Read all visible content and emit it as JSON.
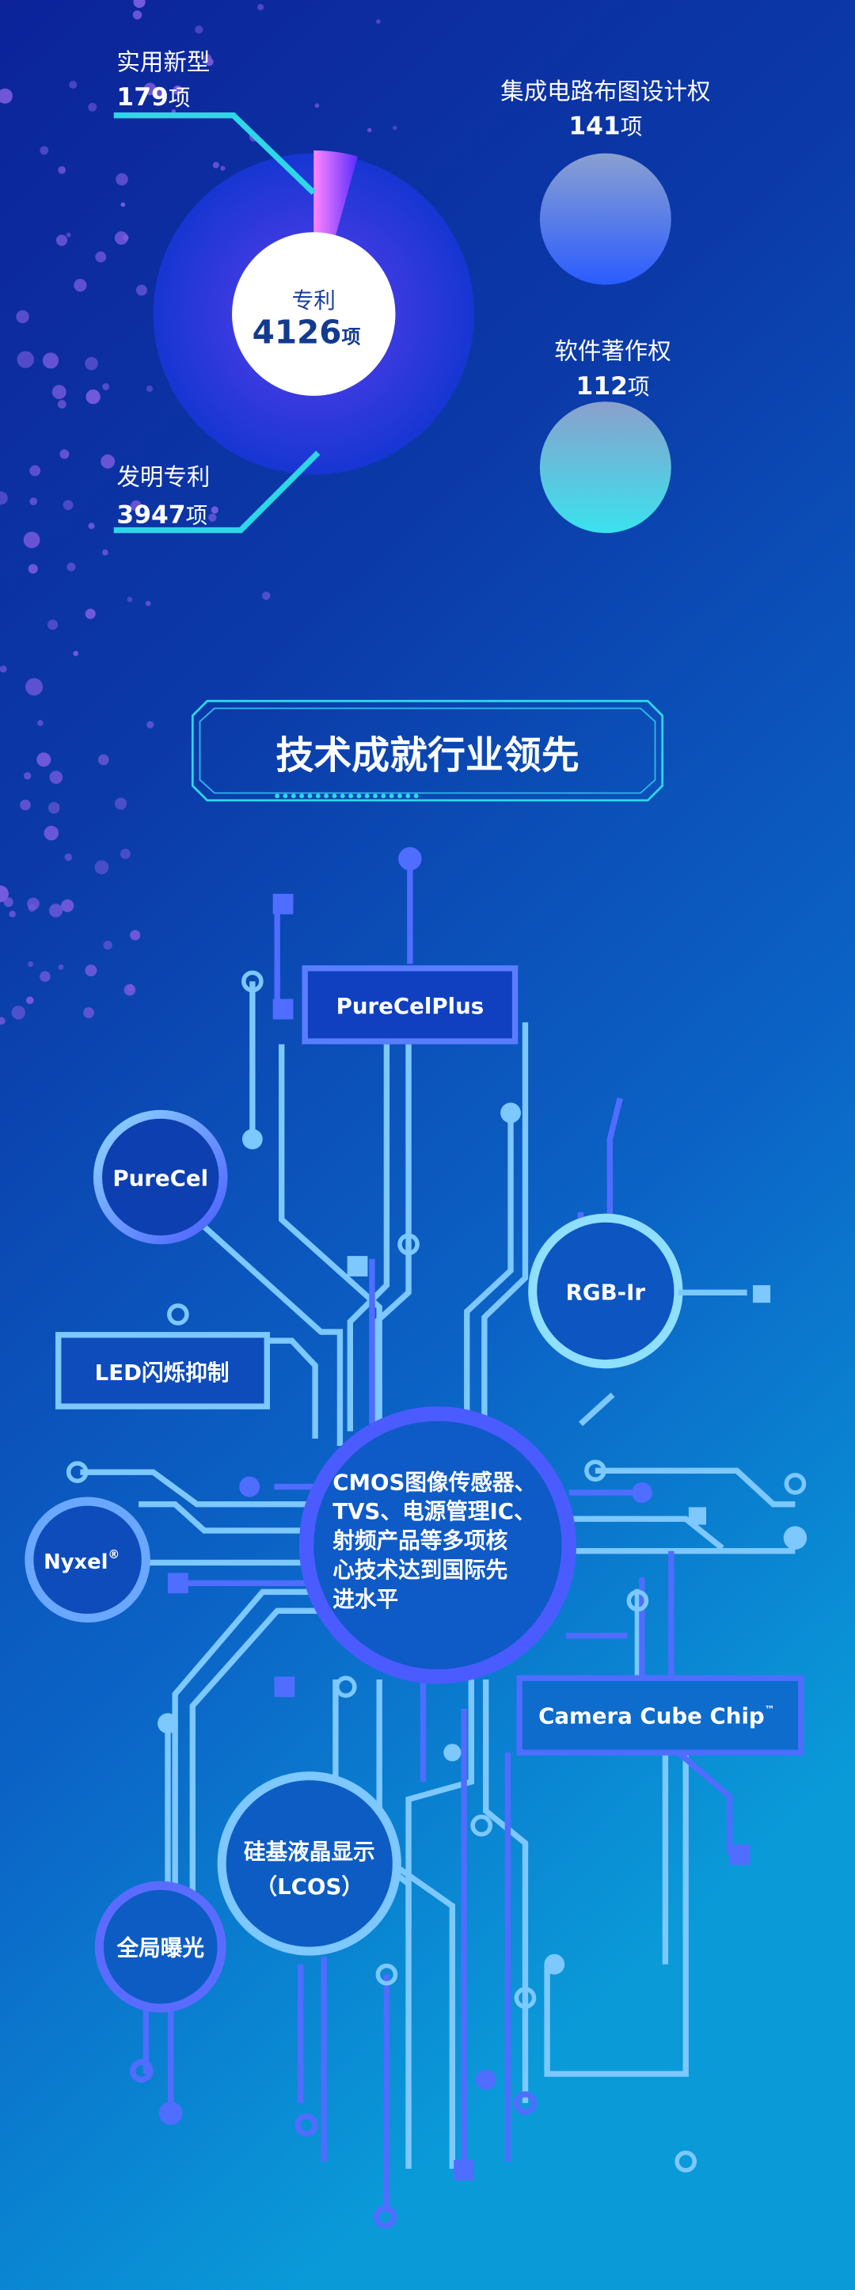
{
  "colors": {
    "bg_top": "#0a2a9c",
    "bg_bottom": "#0a8fd6",
    "accent_cyan": "#2fd6e8",
    "slice_pink": "#f07cff",
    "white": "#ffffff",
    "wire_light": "#7cc8ff",
    "wire_blue": "#4f6dff"
  },
  "patents": {
    "center_label": "专利",
    "center_value": "4126",
    "unit": "项",
    "utility": {
      "label": "实用新型",
      "value": "179"
    },
    "invention": {
      "label": "发明专利",
      "value": "3947"
    }
  },
  "ip_stats": {
    "ic_layout": {
      "label": "集成电路布图设计权",
      "value": "141"
    },
    "software": {
      "label": "软件著作权",
      "value": "112"
    }
  },
  "chart_data": {
    "type": "pie",
    "title": "专利 4126项",
    "categories": [
      "实用新型",
      "发明专利"
    ],
    "values": [
      179,
      3947
    ],
    "unit": "项"
  },
  "section_title": "技术成就行业领先",
  "circuit": {
    "core_lines": [
      "CMOS图像传感器、",
      "TVS、电源管理IC、",
      "射频产品等多项核",
      "心技术达到国际先",
      "进水平"
    ],
    "nodes": {
      "purecelplus": "PureCelPlus",
      "purecel": "PureCel",
      "rgbir": "RGB-Ir",
      "led": "LED闪烁抑制",
      "nyxel": "Nyxel",
      "nyxel_mark": "®",
      "camera_cube": "Camera Cube Chip",
      "camera_cube_mark": "™",
      "lcos_1": "硅基液晶显示",
      "lcos_2": "（LCOS）",
      "global_shutter": "全局曝光"
    }
  }
}
